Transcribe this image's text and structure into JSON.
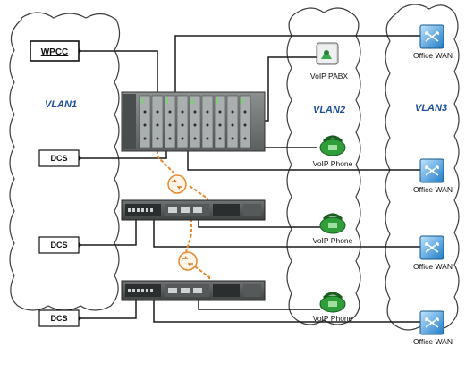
{
  "vlans": [
    {
      "id": "vlan1",
      "label": "VLAN1"
    },
    {
      "id": "vlan2",
      "label": "VLAN2"
    },
    {
      "id": "vlan3",
      "label": "VLAN3"
    }
  ],
  "control": {
    "wpcc": "WPCC",
    "dcs": [
      "DCS",
      "DCS",
      "DCS"
    ]
  },
  "voip": {
    "pabx": "VoIP PABX",
    "phones": [
      "VoIP Phone",
      "VoIP Phone",
      "VoIP Phone"
    ]
  },
  "wan": [
    "Office WAN",
    "Office WAN",
    "Office WAN",
    "Office WAN"
  ],
  "colors": {
    "fiber": "#e8892e",
    "vlan_text": "#1d4f9c",
    "wan_icon": "#2b8fd6",
    "phone": "#2f9d3a"
  },
  "icons": {
    "wan": "switch-icon",
    "phone": "phone-icon",
    "pabx": "pabx-icon",
    "converter": "media-converter-icon"
  }
}
